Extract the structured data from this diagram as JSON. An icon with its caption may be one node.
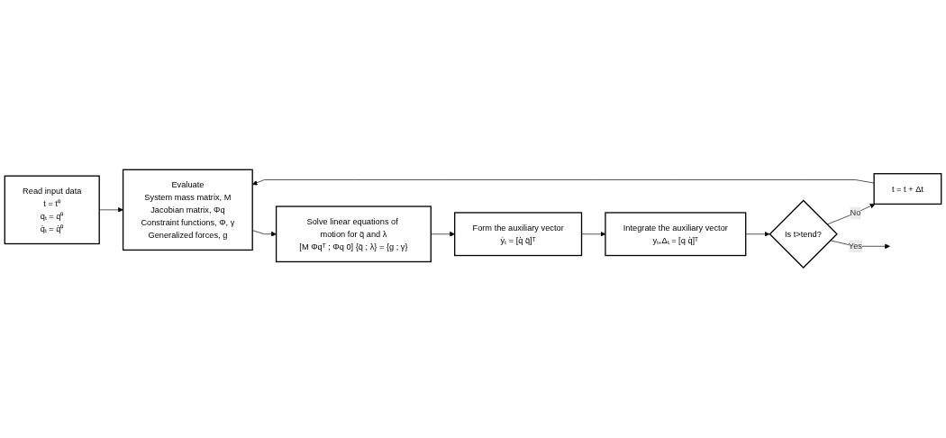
{
  "diagram": {
    "nodes": [
      {
        "text": [
          "Read input data",
          "t = t⁰",
          "qₜ = q⁰",
          "q̇ₜ = q̇⁰"
        ]
      },
      {
        "text": [
          "Evaluate",
          "System mass matrix, M",
          "Jacobian matrix, Φq",
          "Constraint functions, Φ, γ",
          "Generalized forces, g"
        ]
      },
      {
        "text": [
          "Solve linear equations of motion for q̈ and λ",
          "[M Φqᵀ ; Φq 0] {q̈ ; λ} = {g ; γ}"
        ]
      },
      {
        "text": [
          "Form the auxiliary vector",
          "ẏₜ = [q̇ q̈]ᵀ"
        ]
      },
      {
        "text": [
          "Integrate the auxiliary vector",
          "yₜ₊Δₜ = [q q̇]ᵀ"
        ]
      },
      {
        "text": [
          "Is t>tend?"
        ]
      },
      {
        "text": [
          "t = t + Δt"
        ]
      }
    ],
    "edges": [
      {
        "from": 0,
        "to": 1,
        "arrow": "to"
      },
      {
        "from": 1,
        "to": 2,
        "arrow": "to"
      },
      {
        "from": 2,
        "to": 3,
        "arrow": "to"
      },
      {
        "from": 3,
        "to": 4,
        "arrow": "to"
      },
      {
        "from": 4,
        "to": 5,
        "arrow": "to"
      },
      {
        "from": 5,
        "to": 6,
        "label": "No",
        "arrow": "to"
      },
      {
        "from": 6,
        "to": 1,
        "arrow": "to"
      },
      {
        "from": 5,
        "to": null,
        "label": "Yes",
        "arrow": "to"
      }
    ]
  }
}
